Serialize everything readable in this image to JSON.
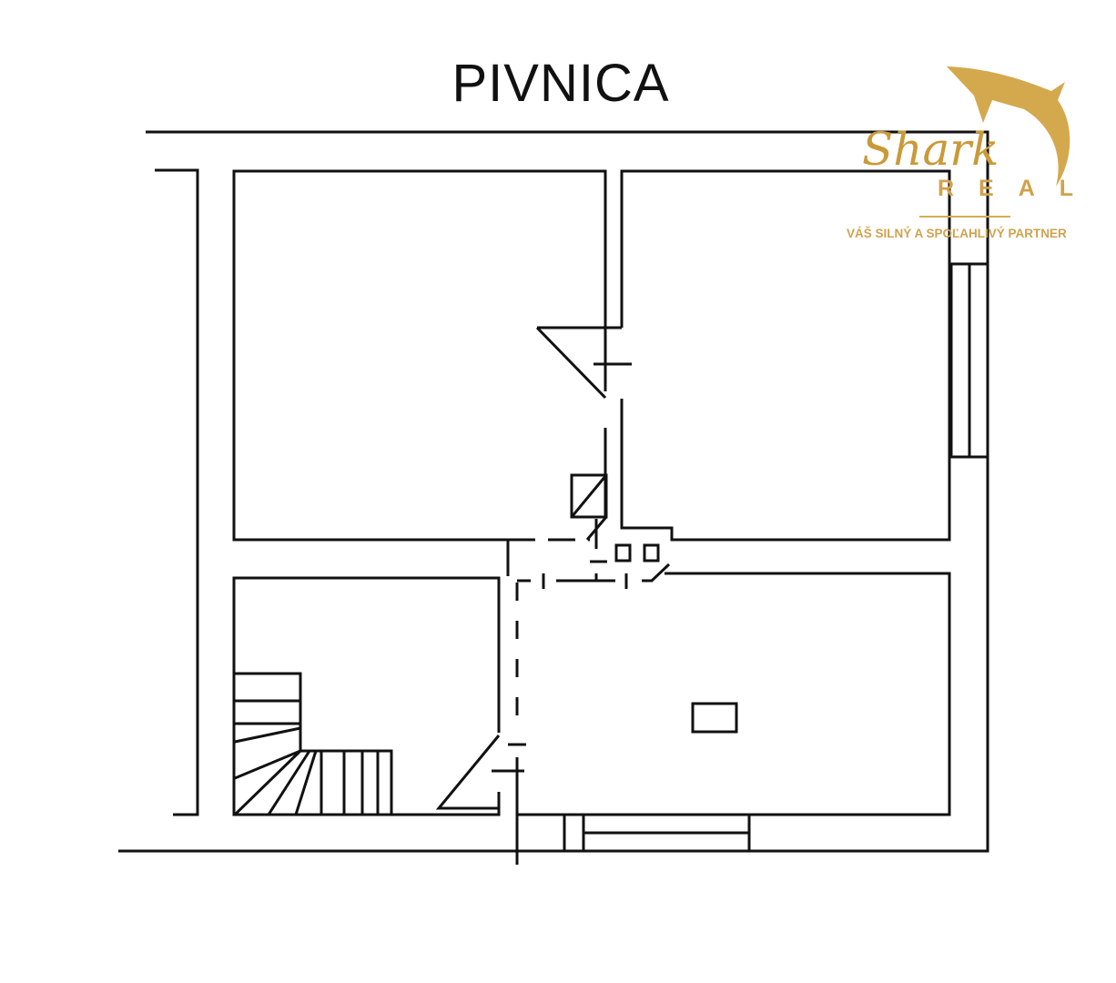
{
  "title": "PIVNICA",
  "logo": {
    "script": "Shark",
    "word": "REAL",
    "tagline": "VÁŠ SILNÝ A SPOĽAHLIVÝ PARTNER",
    "color": "#c99a38"
  }
}
